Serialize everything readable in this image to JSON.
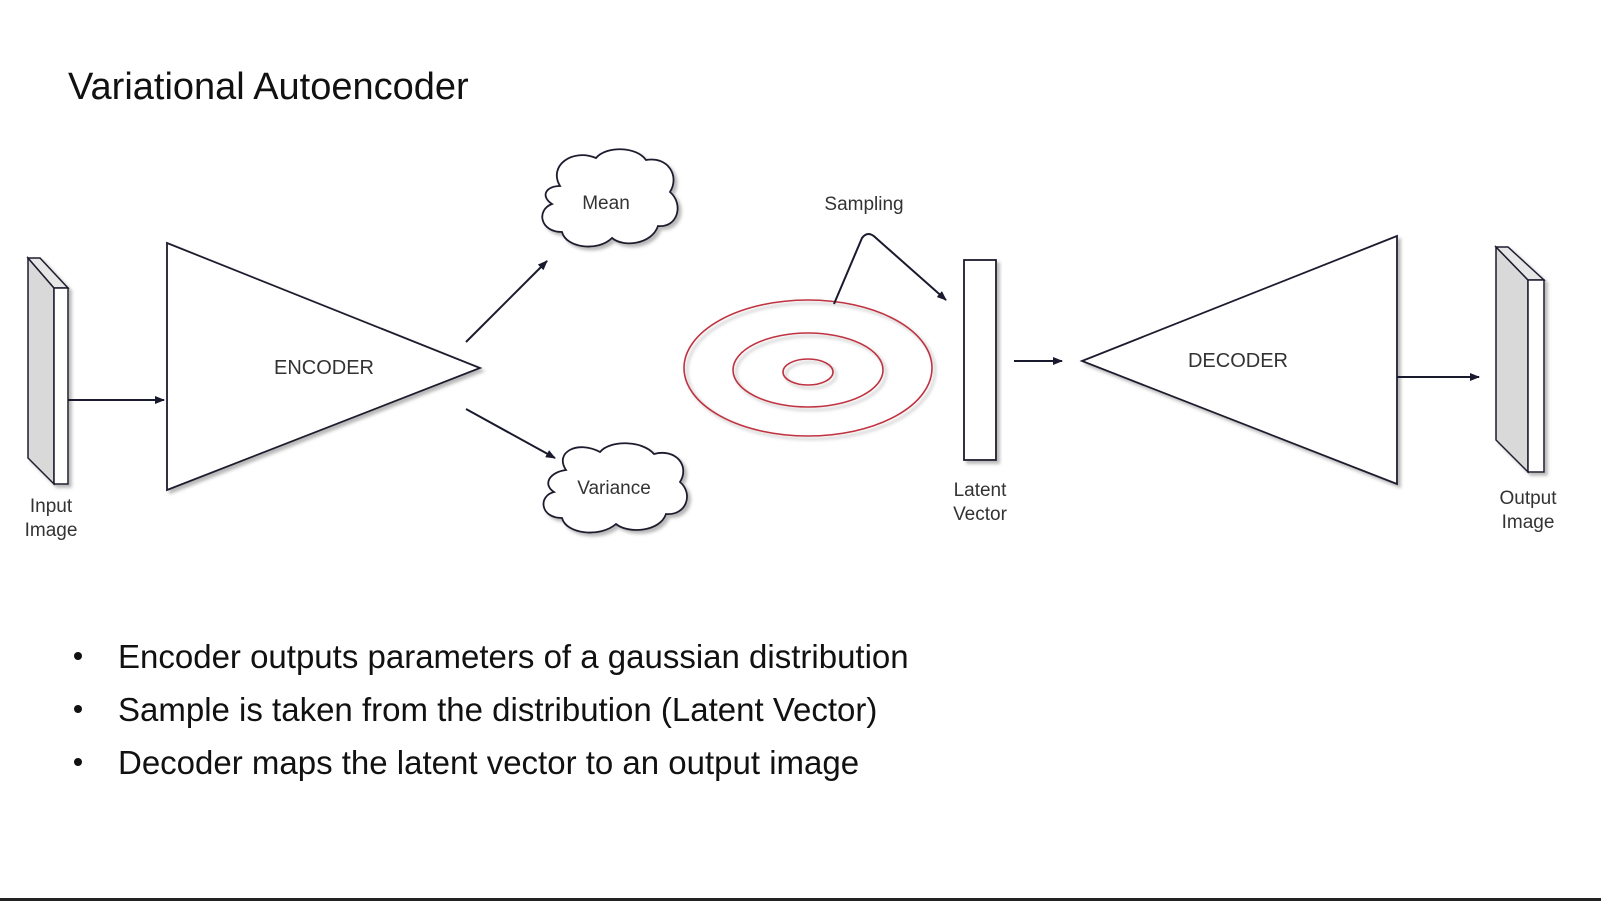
{
  "slide": {
    "title": "Variational Autoencoder"
  },
  "diagram": {
    "input_label_line1": "Input",
    "input_label_line2": "Image",
    "encoder_label": "ENCODER",
    "mean_label": "Mean",
    "variance_label": "Variance",
    "sampling_label": "Sampling",
    "latent_label_line1": "Latent",
    "latent_label_line2": "Vector",
    "decoder_label": "DECODER",
    "output_label_line1": "Output",
    "output_label_line2": "Image",
    "colors": {
      "stroke": "#1a1a2e",
      "ring": "#c0303f",
      "shadow": "#9a9a9a",
      "block_fill": "#d9d9d9"
    }
  },
  "bullets": [
    "Encoder outputs parameters of a gaussian distribution",
    "Sample is taken from the distribution (Latent Vector)",
    "Decoder maps the latent vector to an output image"
  ]
}
